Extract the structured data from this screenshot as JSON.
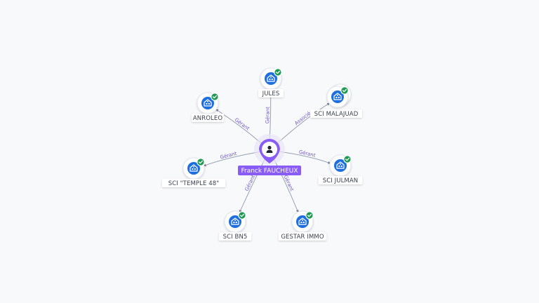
{
  "center": {
    "name": "Franck FAUCHEUX",
    "icon": "person-icon",
    "color": "#8a5cf6"
  },
  "colors": {
    "company_icon_bg": "#1d6fe0",
    "check_badge": "#1e9a52",
    "edge": "#9aa0b4",
    "edge_label": "#6a55c4"
  },
  "nodes": [
    {
      "id": "jules",
      "label": "JULES",
      "relation": "Gérant",
      "stacked": false,
      "icon": "building-icon",
      "badge": "check-icon"
    },
    {
      "id": "malajuad",
      "label": "SCI MALAJUAD",
      "relation": "Associé",
      "stacked": true,
      "icon": "building-icon",
      "badge": "check-icon"
    },
    {
      "id": "julman",
      "label": "SCI JULMAN",
      "relation": "Gérant",
      "stacked": false,
      "icon": "building-icon",
      "badge": "check-icon"
    },
    {
      "id": "gestar",
      "label": "GESTAR IMMO",
      "relation": "Gérant",
      "stacked": false,
      "icon": "building-icon",
      "badge": "check-icon"
    },
    {
      "id": "bn5",
      "label": "SCI BN5",
      "relation": "Gérant",
      "stacked": false,
      "icon": "building-icon",
      "badge": "check-icon"
    },
    {
      "id": "temple48",
      "label": "SCI \"TEMPLE 48\"",
      "relation": "Gérant",
      "stacked": false,
      "icon": "building-icon",
      "badge": "check-icon"
    },
    {
      "id": "anroleo",
      "label": "ANROLEO",
      "relation": "Gérant",
      "stacked": false,
      "icon": "building-icon",
      "badge": "check-icon"
    }
  ]
}
